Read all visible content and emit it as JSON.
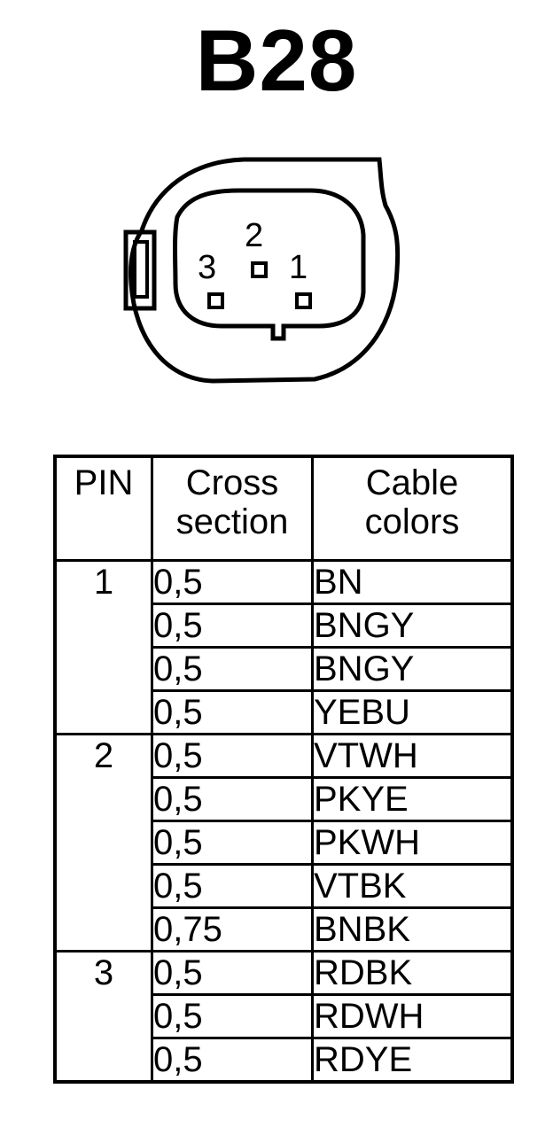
{
  "title": "B28",
  "connector": {
    "pin_labels": [
      "2",
      "3",
      "1"
    ]
  },
  "table": {
    "headers": {
      "pin": "PIN",
      "cross_section_line1": "Cross",
      "cross_section_line2": "section",
      "cable_colors_line1": "Cable",
      "cable_colors_line2": "colors"
    },
    "groups": [
      {
        "pin": "1",
        "rows": [
          {
            "cross_section": "0,5",
            "color": "BN"
          },
          {
            "cross_section": "0,5",
            "color": "BNGY"
          },
          {
            "cross_section": "0,5",
            "color": "BNGY"
          },
          {
            "cross_section": "0,5",
            "color": "YEBU"
          }
        ]
      },
      {
        "pin": "2",
        "rows": [
          {
            "cross_section": "0,5",
            "color": "VTWH"
          },
          {
            "cross_section": "0,5",
            "color": "PKYE"
          },
          {
            "cross_section": "0,5",
            "color": "PKWH"
          },
          {
            "cross_section": "0,5",
            "color": "VTBK"
          },
          {
            "cross_section": "0,75",
            "color": "BNBK"
          }
        ]
      },
      {
        "pin": "3",
        "rows": [
          {
            "cross_section": "0,5",
            "color": "RDBK"
          },
          {
            "cross_section": "0,5",
            "color": "RDWH"
          },
          {
            "cross_section": "0,5",
            "color": "RDYE"
          }
        ]
      }
    ]
  }
}
